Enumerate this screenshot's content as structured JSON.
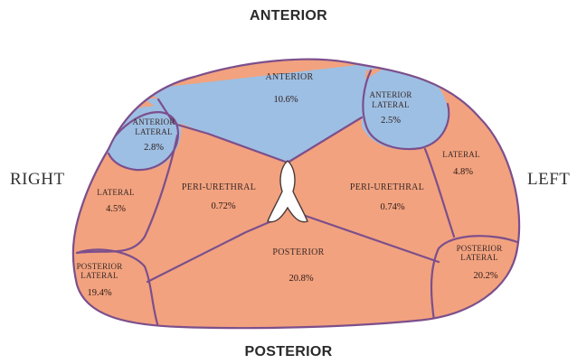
{
  "headings": {
    "top": "ANTERIOR",
    "bottom": "POSTERIOR",
    "left": "RIGHT",
    "right": "LEFT"
  },
  "zones": {
    "anterior": {
      "name": "ANTERIOR",
      "value": "10.6%"
    },
    "anterior_lateral_right": {
      "line1": "ANTERIOR",
      "line2": "LATERAL",
      "value": "2.8%"
    },
    "anterior_lateral_left": {
      "line1": "ANTERIOR",
      "line2": "LATERAL",
      "value": "2.5%"
    },
    "lateral_right": {
      "name": "LATERAL",
      "value": "4.5%"
    },
    "lateral_left": {
      "name": "LATERAL",
      "value": "4.8%"
    },
    "peri_urethral_right": {
      "name": "PERI-URETHRAL",
      "value": "0.72%"
    },
    "peri_urethral_left": {
      "name": "PERI-URETHRAL",
      "value": "0.74%"
    },
    "posterior": {
      "name": "POSTERIOR",
      "value": "20.8%"
    },
    "posterior_lateral_right": {
      "line1": "POSTERIOR",
      "line2": "LATERAL",
      "value": "19.4%"
    },
    "posterior_lateral_left": {
      "line1": "POSTERIOR",
      "line2": "LATERAL",
      "value": "20.2%"
    }
  },
  "colors": {
    "anterior_zone": "#9dbfe3",
    "other_zones": "#f2a27e",
    "border": "#7c4f8c",
    "urethra": "#ffffff"
  }
}
